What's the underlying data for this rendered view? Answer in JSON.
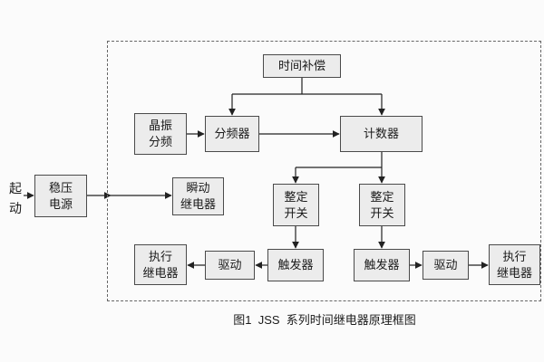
{
  "caption": "图1  JSS  系列时间继电器原理框图",
  "start_label": "起\n动",
  "nodes": {
    "time_compensation": "时间补偿",
    "crystal_divider": "晶振\n分频",
    "frequency_divider": "分频器",
    "counter": "计数器",
    "power_supply": "稳压\n电源",
    "instant_relay": "瞬动\n继电器",
    "setting_switch_left": "整定\n开关",
    "setting_switch_right": "整定\n开关",
    "trigger_left": "触发器",
    "trigger_right": "触发器",
    "drive_left": "驱动",
    "drive_right": "驱动",
    "exec_relay_left": "执行\n继电器",
    "exec_relay_right": "执行\n继电器"
  },
  "colors": {
    "background": "#fbfbfb",
    "box_fill": "#ececec",
    "box_border": "#4a4a4a",
    "line": "#222222",
    "dashed_frame": "#666666"
  }
}
